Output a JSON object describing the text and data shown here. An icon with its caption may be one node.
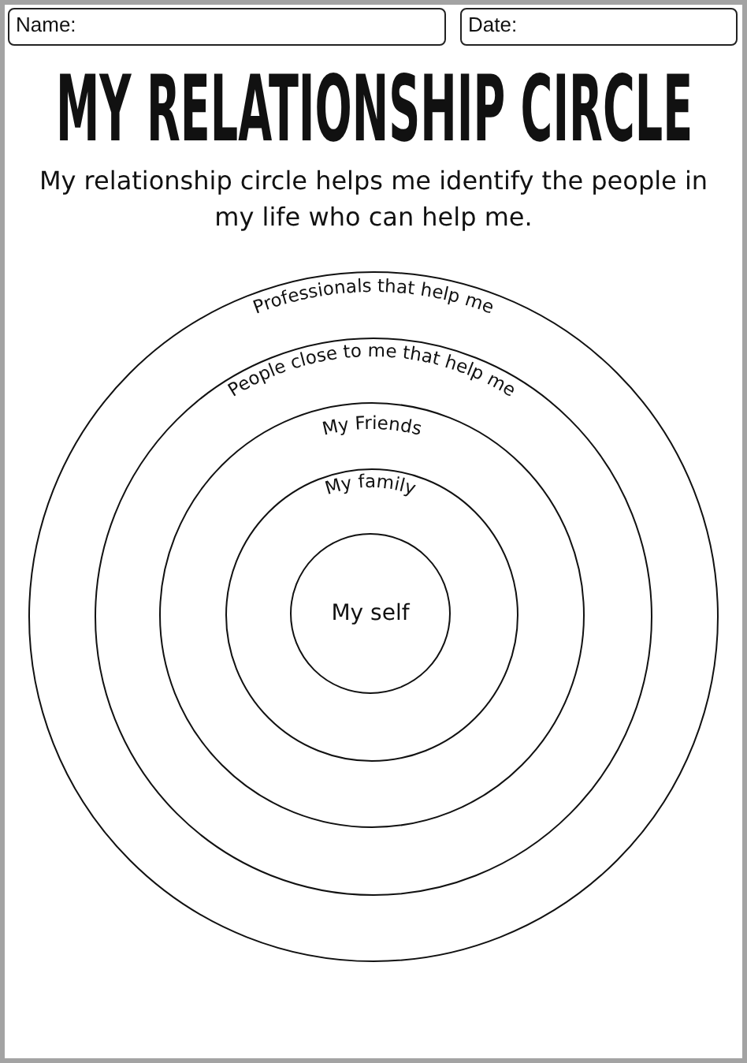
{
  "diagram": {
    "title": "MY RELATIONSHIP CIRCLE",
    "nodes": [
      {
        "text": [
          "Professionals that help me"
        ]
      },
      {
        "text": [
          "People close to me that help me"
        ],
        "in": 0
      },
      {
        "text": [
          "My Friends"
        ],
        "in": 1
      },
      {
        "text": [
          "My family"
        ],
        "in": 2
      },
      {
        "text": [
          "My self"
        ],
        "in": 3
      }
    ],
    "labels": [
      "Name:",
      "Date:",
      "My relationship circle helps me identify the people in my life who can help me."
    ]
  }
}
